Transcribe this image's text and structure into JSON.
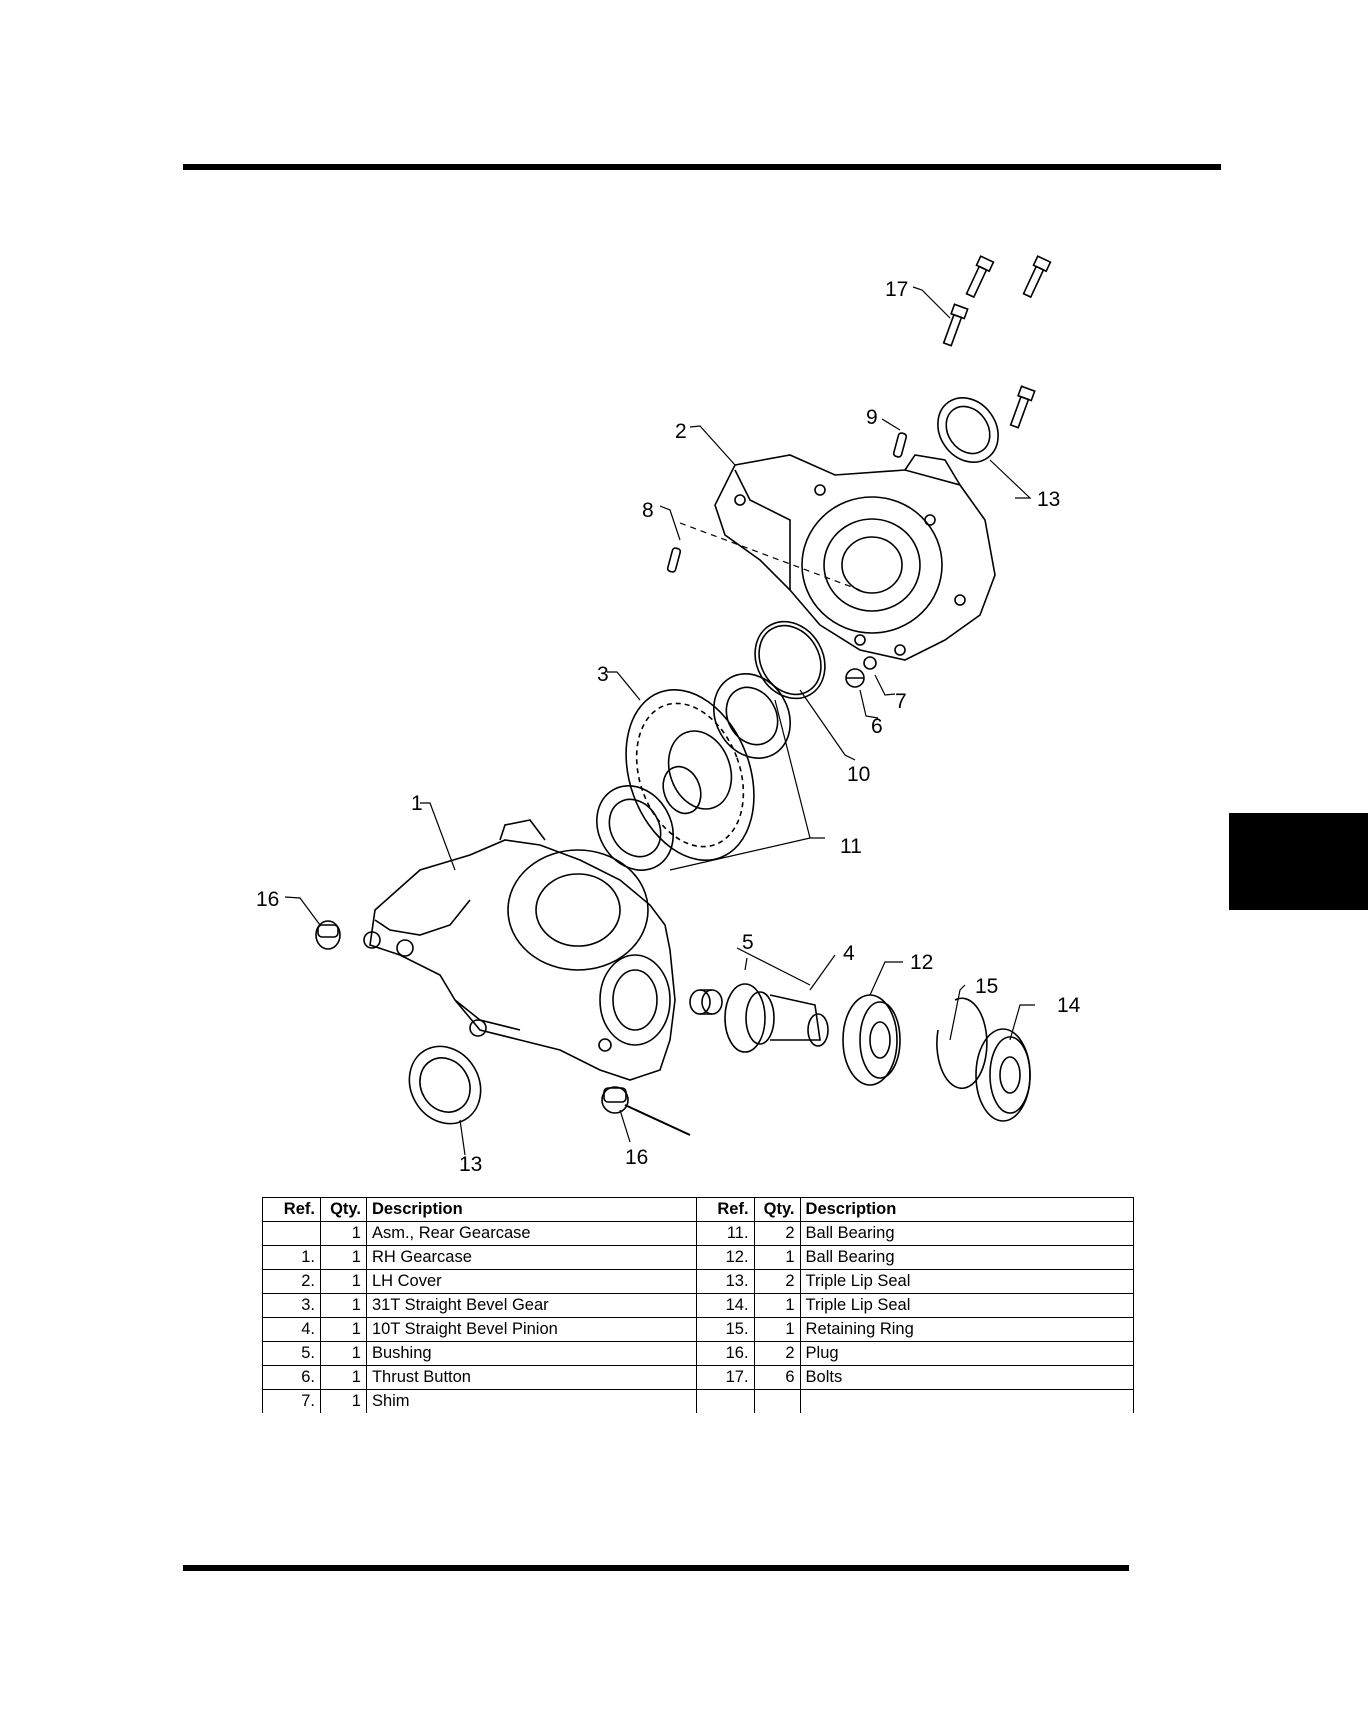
{
  "callouts": {
    "c17": "17",
    "c9": "9",
    "c2": "2",
    "c13a": "13",
    "c8": "8",
    "c3": "3",
    "c7": "7",
    "c6": "6",
    "c10": "10",
    "c1": "1",
    "c11": "11",
    "c16a": "16",
    "c5": "5",
    "c4": "4",
    "c12": "12",
    "c15": "15",
    "c14": "14",
    "c13b": "13",
    "c16b": "16"
  },
  "table": {
    "headers": [
      "Ref.",
      "Qty.",
      "Description",
      "Ref.",
      "Qty.",
      "Description"
    ],
    "rows": [
      [
        "",
        "1",
        "Asm., Rear Gearcase",
        "11.",
        "2",
        "Ball Bearing"
      ],
      [
        "1.",
        "1",
        "RH Gearcase",
        "12.",
        "1",
        "Ball Bearing"
      ],
      [
        "2.",
        "1",
        "LH Cover",
        "13.",
        "2",
        "Triple Lip Seal"
      ],
      [
        "3.",
        "1",
        "31T Straight Bevel Gear",
        "14.",
        "1",
        "Triple Lip Seal"
      ],
      [
        "4.",
        "1",
        "10T Straight Bevel Pinion",
        "15.",
        "1",
        "Retaining Ring"
      ],
      [
        "5.",
        "1",
        "Bushing",
        "16.",
        "2",
        "Plug"
      ],
      [
        "6.",
        "1",
        "Thrust Button",
        "17.",
        "6",
        "Bolts"
      ],
      [
        "7.",
        "1",
        "Shim",
        "",
        "",
        ""
      ]
    ]
  }
}
